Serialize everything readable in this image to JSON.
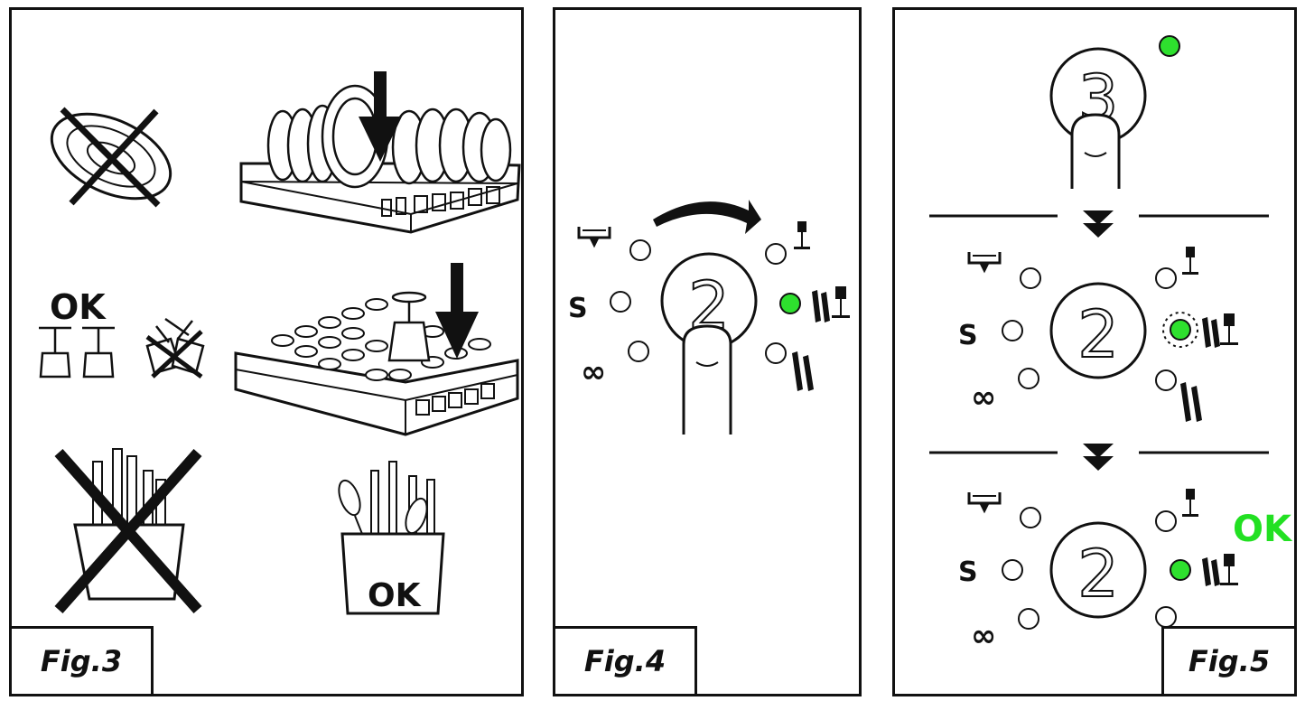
{
  "figures": {
    "fig3": {
      "label": "Fig.3",
      "ok_glasses": "OK",
      "ok_cutlery": "OK"
    },
    "fig4": {
      "label": "Fig.4",
      "button_number": "2"
    },
    "fig5": {
      "label": "Fig.5",
      "top_button_number": "3",
      "mid_button_number": "2",
      "bottom_button_number": "2",
      "ok_text": "OK"
    }
  },
  "colors": {
    "indicator_on": "#2ee02e",
    "ok_green": "#22e022",
    "ink": "#111111"
  },
  "icons": [
    "crossed-plate-icon",
    "plate-rack-icon",
    "down-arrow-icon",
    "glass-rack-icon",
    "crossed-cutlery-basket-icon",
    "cutlery-basket-icon",
    "water-level-icon",
    "regeneration-icon",
    "infinity-icon",
    "wine-glass-icon",
    "glass-and-cutlery-icon",
    "cutlery-icon",
    "finger-icon",
    "curved-arrow-icon",
    "led-indicator-icon"
  ]
}
